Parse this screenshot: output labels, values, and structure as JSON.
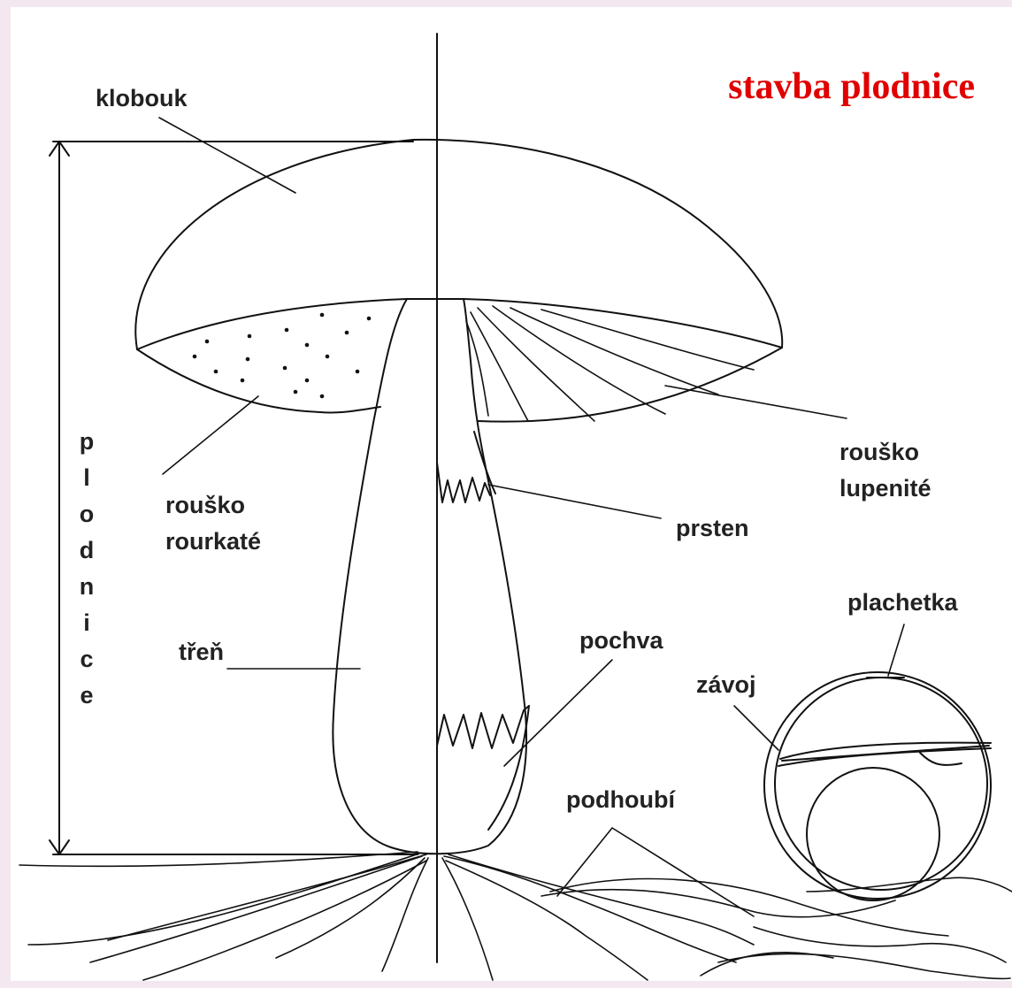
{
  "title": "stavba plodnice",
  "labels": {
    "klobouk": "klobouk",
    "rousko_rourkate_1": "rouško",
    "rousko_rourkate_2": "rourkaté",
    "rousko_lupenite_1": "rouško",
    "rousko_lupenite_2": "lupenité",
    "prsten": "prsten",
    "tren": "třeň",
    "pochva": "pochva",
    "podhoubi": "podhoubí",
    "plachetka": "plachetka",
    "zavoj": "závoj"
  },
  "vertical_label": [
    "p",
    "l",
    "o",
    "d",
    "n",
    "i",
    "c",
    "e"
  ],
  "colors": {
    "title": "#e00000",
    "line": "#111111",
    "page_border": "#f3e8ef"
  }
}
